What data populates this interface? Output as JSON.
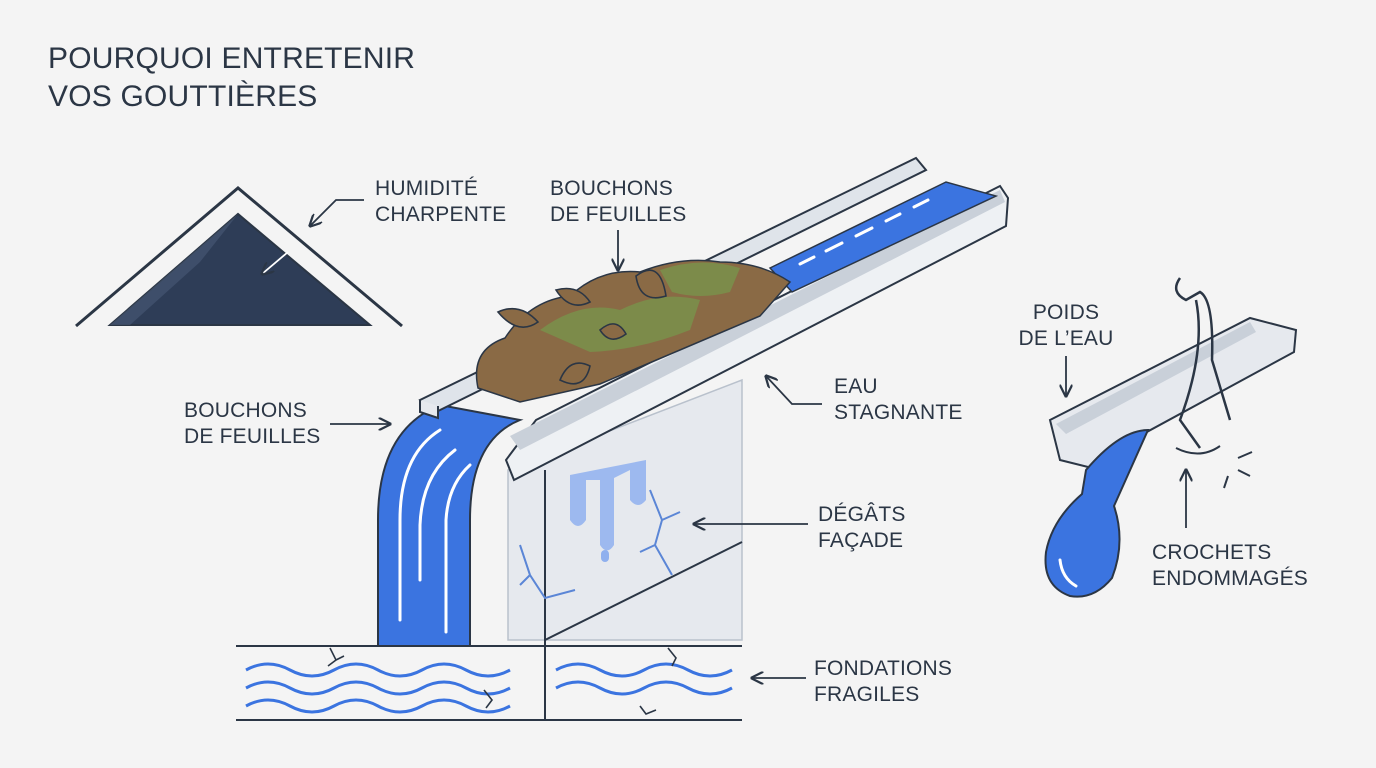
{
  "title": {
    "line1": "POURQUOI ENTRETENIR",
    "line2": "VOS GOUTTIÈRES"
  },
  "labels": {
    "humidite": {
      "line1": "HUMIDITÉ",
      "line2": "CHARPENTE"
    },
    "bouchons_top": {
      "line1": "BOUCHONS",
      "line2": "DE FEUILLES"
    },
    "bouchons_left": {
      "line1": "BOUCHONS",
      "line2": "DE FEUILLES"
    },
    "eau": {
      "line1": "EAU",
      "line2": "STAGNANTE"
    },
    "degats": {
      "line1": "DÉGÂTS",
      "line2": "FAÇADE"
    },
    "fondations": {
      "line1": "FONDATIONS",
      "line2": "FRAGILES"
    },
    "poids": {
      "line1": "POIDS",
      "line2": "DE L’EAU"
    },
    "crochets": {
      "line1": "CROCHETS",
      "line2": "ENDOMMAGÉS"
    }
  },
  "colors": {
    "ink": "#2b3645",
    "water": "#3b74e0",
    "water_light": "#8fb0ee",
    "roof": "#2e3d57",
    "leaves": "#7a8f4a",
    "debris": "#8a6a45"
  }
}
